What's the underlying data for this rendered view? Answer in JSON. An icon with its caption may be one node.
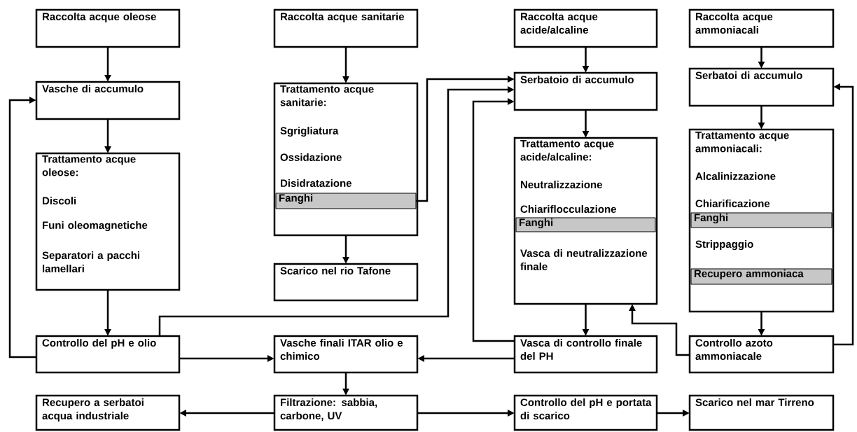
{
  "diagram": {
    "nodes": [
      {
        "text": [
          "Raccolta acque oleose"
        ]
      },
      {
        "text": [
          "Raccolta acque sanitarie"
        ]
      },
      {
        "text": [
          "Raccolta acque acide/alcaline"
        ]
      },
      {
        "text": [
          "Raccolta acque ammoniacali"
        ]
      },
      {
        "text": [
          "Vasche di accumulo"
        ]
      },
      {
        "text": [
          "Serbatoio di accumulo"
        ]
      },
      {
        "text": [
          "Serbatoi di accumulo"
        ]
      },
      {
        "text": [
          "Trattamento acque sanitarie:",
          "Sgrigliatura",
          "Ossidazione",
          "Disidratazione"
        ]
      },
      {
        "text": [
          "Fanghi"
        ],
        "in": 7
      },
      {
        "text": [
          "Trattamento acque acide/alcaline:",
          "Neutralizzazione",
          "Chiariflocculazione",
          "Vasca di neutralizzazione finale"
        ]
      },
      {
        "text": [
          "Fanghi"
        ],
        "in": 9
      },
      {
        "text": [
          "Trattamento acque ammoniacali:",
          "Alcalinizzazione",
          "Chiarificazione",
          "Strippaggio"
        ]
      },
      {
        "text": [
          "Fanghi"
        ],
        "in": 11
      },
      {
        "text": [
          "Recupero ammoniaca"
        ],
        "in": 11
      },
      {
        "text": [
          "Trattamento acque oleose:",
          "Discoli",
          "Funi oleomagnetiche",
          "Separatori a pacchi lamellari"
        ]
      },
      {
        "text": [
          "Scarico nel rio Tafone"
        ]
      },
      {
        "text": [
          "Controllo del pH e olio"
        ]
      },
      {
        "text": [
          "Vasche finali ITAR olio e chimico"
        ]
      },
      {
        "text": [
          "Vasca di controllo finale del PH"
        ]
      },
      {
        "text": [
          "Controllo azoto ammoniacale"
        ]
      },
      {
        "text": [
          "Recupero a serbatoi acqua industriale"
        ]
      },
      {
        "text": [
          "Filtrazione: sabbia, carbone, UV"
        ]
      },
      {
        "text": [
          "Controllo del pH e portata di scarico"
        ]
      },
      {
        "text": [
          "Scarico nel mar Tirreno"
        ]
      }
    ],
    "edges": [
      {
        "from": 0,
        "to": 4,
        "arrow": "to"
      },
      {
        "from": 4,
        "to": 14,
        "arrow": "to"
      },
      {
        "from": 14,
        "to": 16,
        "arrow": "to"
      },
      {
        "from": 1,
        "to": 7,
        "arrow": "to"
      },
      {
        "from": 7,
        "to": 15,
        "arrow": "to"
      },
      {
        "from": 2,
        "to": 5,
        "arrow": "to"
      },
      {
        "from": 5,
        "to": 9,
        "arrow": "to"
      },
      {
        "from": 3,
        "to": 6,
        "arrow": "to"
      },
      {
        "from": 6,
        "to": 11,
        "arrow": "to"
      },
      {
        "from": 11,
        "to": 19,
        "arrow": "to"
      },
      {
        "from": 9,
        "to": 18,
        "arrow": "to"
      },
      {
        "from": 8,
        "to": 5,
        "arrow": "to"
      },
      {
        "from": 16,
        "to": 5,
        "arrow": "to"
      },
      {
        "from": 18,
        "to": 5,
        "arrow": "to"
      },
      {
        "from": 16,
        "to": 4,
        "arrow": "to"
      },
      {
        "from": 16,
        "to": 17,
        "arrow": "to"
      },
      {
        "from": 18,
        "to": 17,
        "arrow": "to"
      },
      {
        "from": 19,
        "to": 9,
        "arrow": "to"
      },
      {
        "from": 19,
        "to": 6,
        "arrow": "to"
      },
      {
        "from": 17,
        "to": 21,
        "arrow": "to"
      },
      {
        "from": 21,
        "to": 20,
        "arrow": "to"
      },
      {
        "from": 21,
        "to": 22,
        "arrow": "to"
      },
      {
        "from": 22,
        "to": 23,
        "arrow": "to"
      }
    ]
  }
}
